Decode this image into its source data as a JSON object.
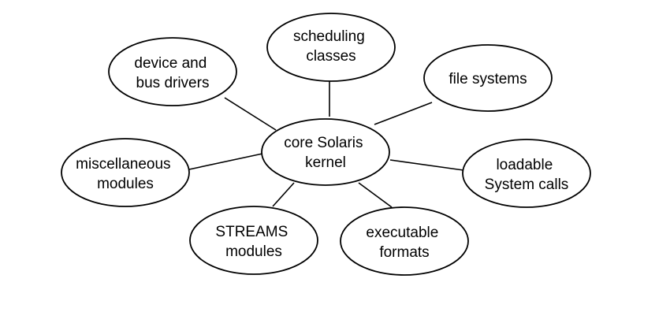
{
  "diagram": {
    "center": {
      "lines": [
        "core Solaris",
        "kernel"
      ]
    },
    "modules": [
      {
        "id": "scheduling-classes",
        "lines": [
          "scheduling",
          "classes"
        ]
      },
      {
        "id": "device-and-bus-drivers",
        "lines": [
          "device and",
          "bus drivers"
        ]
      },
      {
        "id": "file-systems",
        "lines": [
          "file systems"
        ]
      },
      {
        "id": "miscellaneous-modules",
        "lines": [
          "miscellaneous",
          "modules"
        ]
      },
      {
        "id": "loadable-system-calls",
        "lines": [
          "loadable",
          "System calls"
        ]
      },
      {
        "id": "streams-modules",
        "lines": [
          "STREAMS",
          "modules"
        ]
      },
      {
        "id": "executable-formats",
        "lines": [
          "executable",
          "formats"
        ]
      }
    ]
  }
}
